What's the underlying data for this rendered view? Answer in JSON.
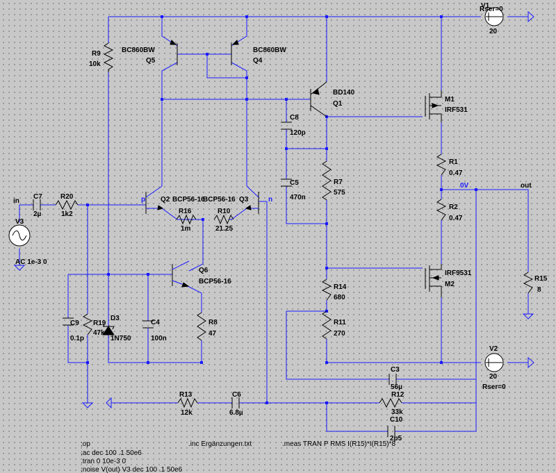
{
  "labels": {
    "v1_name": "V1",
    "v1_rser": "Rser=0",
    "v1_value": "20",
    "v2_name": "V2",
    "v2_value": "20",
    "v2_rser": "Rser=0",
    "v3_name": "V3",
    "v3_value": "AC 1e-3 0",
    "r9_name": "R9",
    "r9_value": "10k",
    "q5_model": "BC860BW",
    "q5_name": "Q5",
    "q4_model": "BC860BW",
    "q4_name": "Q4",
    "q1_model": "BD140",
    "q1_name": "Q1",
    "m1_name": "M1",
    "m1_model": "IRF531",
    "m2_model": "IRF9531",
    "m2_name": "M2",
    "c8_name": "C8",
    "c8_value": "120p",
    "c5_name": "C5",
    "c5_value": "470n",
    "r7_name": "R7",
    "r7_value": "575",
    "r1_name": "R1",
    "r1_value": "0.47",
    "r2_name": "R2",
    "r2_value": "0.47",
    "r14_name": "R14",
    "r14_value": "680",
    "r11_name": "R11",
    "r11_value": "270",
    "r15_name": "R15",
    "r15_value": "8",
    "c7_name": "C7",
    "c7_value": "2µ",
    "r20_name": "R20",
    "r20_value": "1k2",
    "q2_name": "Q2",
    "q2_model": "BCP56-16",
    "q3_model": "BCP56-16",
    "q3_name": "Q3",
    "r16_name": "R16",
    "r16_value": "1m",
    "r10_name": "R10",
    "r10_value": "21.25",
    "q6_name": "Q6",
    "q6_model": "BCP56-16",
    "c9_name": "C9",
    "c9_value": "0.1p",
    "r19_name": "R19",
    "r19_value": "47k",
    "d3_name": "D3",
    "d3_model": "1N750",
    "c4_name": "C4",
    "c4_value": "100n",
    "r8_name": "R8",
    "r8_value": "47",
    "c3_name": "C3",
    "c3_value": "56µ",
    "r13_name": "R13",
    "r13_value": "12k",
    "c6_name": "C6",
    "c6_value": "6.8µ",
    "r12_name": "R12",
    "r12_value": "33k",
    "c10_name": "C10",
    "c10_value": "2p5"
  },
  "nets": {
    "in": "in",
    "p": "p",
    "n": "n",
    "zero_v": "0V",
    "out": "out"
  },
  "directives": {
    "line1": ";op",
    "line2": ";ac dec 100 .1 50e6",
    "line3": ".tran 0 10e-3 0",
    "line4": ";noise V(out) V3 dec 100 .1 50e6",
    "include": ".inc Ergänzungen.txt",
    "meas": ".meas TRAN P RMS I(R15)*I(R15)*8"
  }
}
